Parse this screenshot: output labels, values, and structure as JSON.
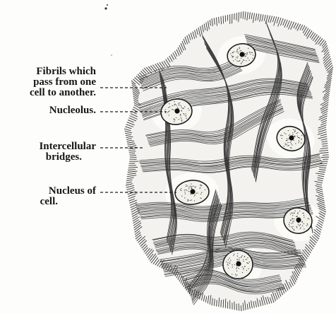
{
  "figure": {
    "labels": [
      {
        "key": "fibrils",
        "lines": [
          "Fibrils  which",
          "pass from one",
          "cell to another."
        ]
      },
      {
        "key": "nucleolus",
        "lines": [
          "Nucleolus."
        ]
      },
      {
        "key": "bridges",
        "lines": [
          "Intercellular",
          "bridges."
        ]
      },
      {
        "key": "nucleus",
        "lines": [
          "Nucleus of",
          "cell."
        ]
      }
    ]
  }
}
